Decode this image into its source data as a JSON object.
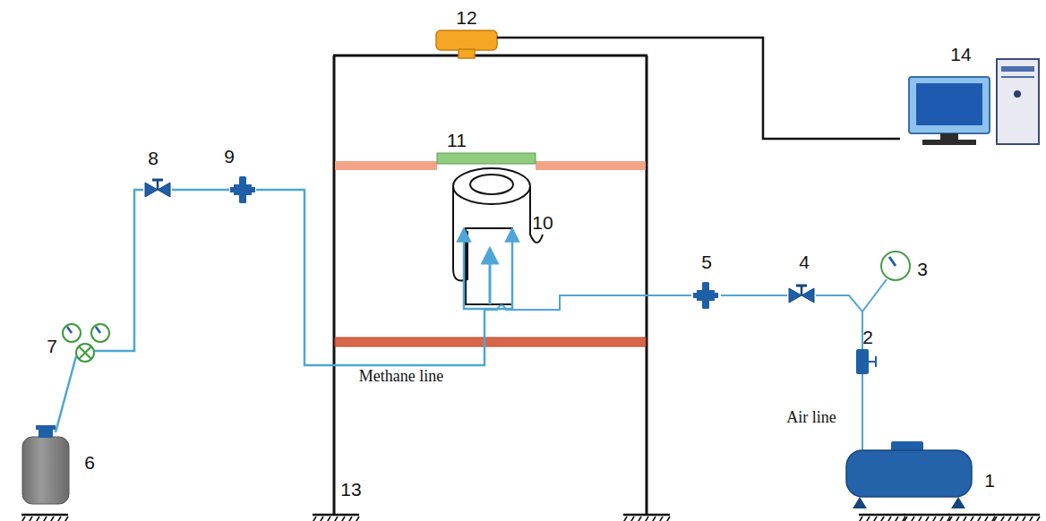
{
  "diagram": {
    "labels": [
      "12",
      "14",
      "11",
      "10",
      "8",
      "9",
      "5",
      "4",
      "3",
      "7",
      "2",
      "6",
      "Methane line",
      "1",
      "Air line",
      "13"
    ]
  }
}
